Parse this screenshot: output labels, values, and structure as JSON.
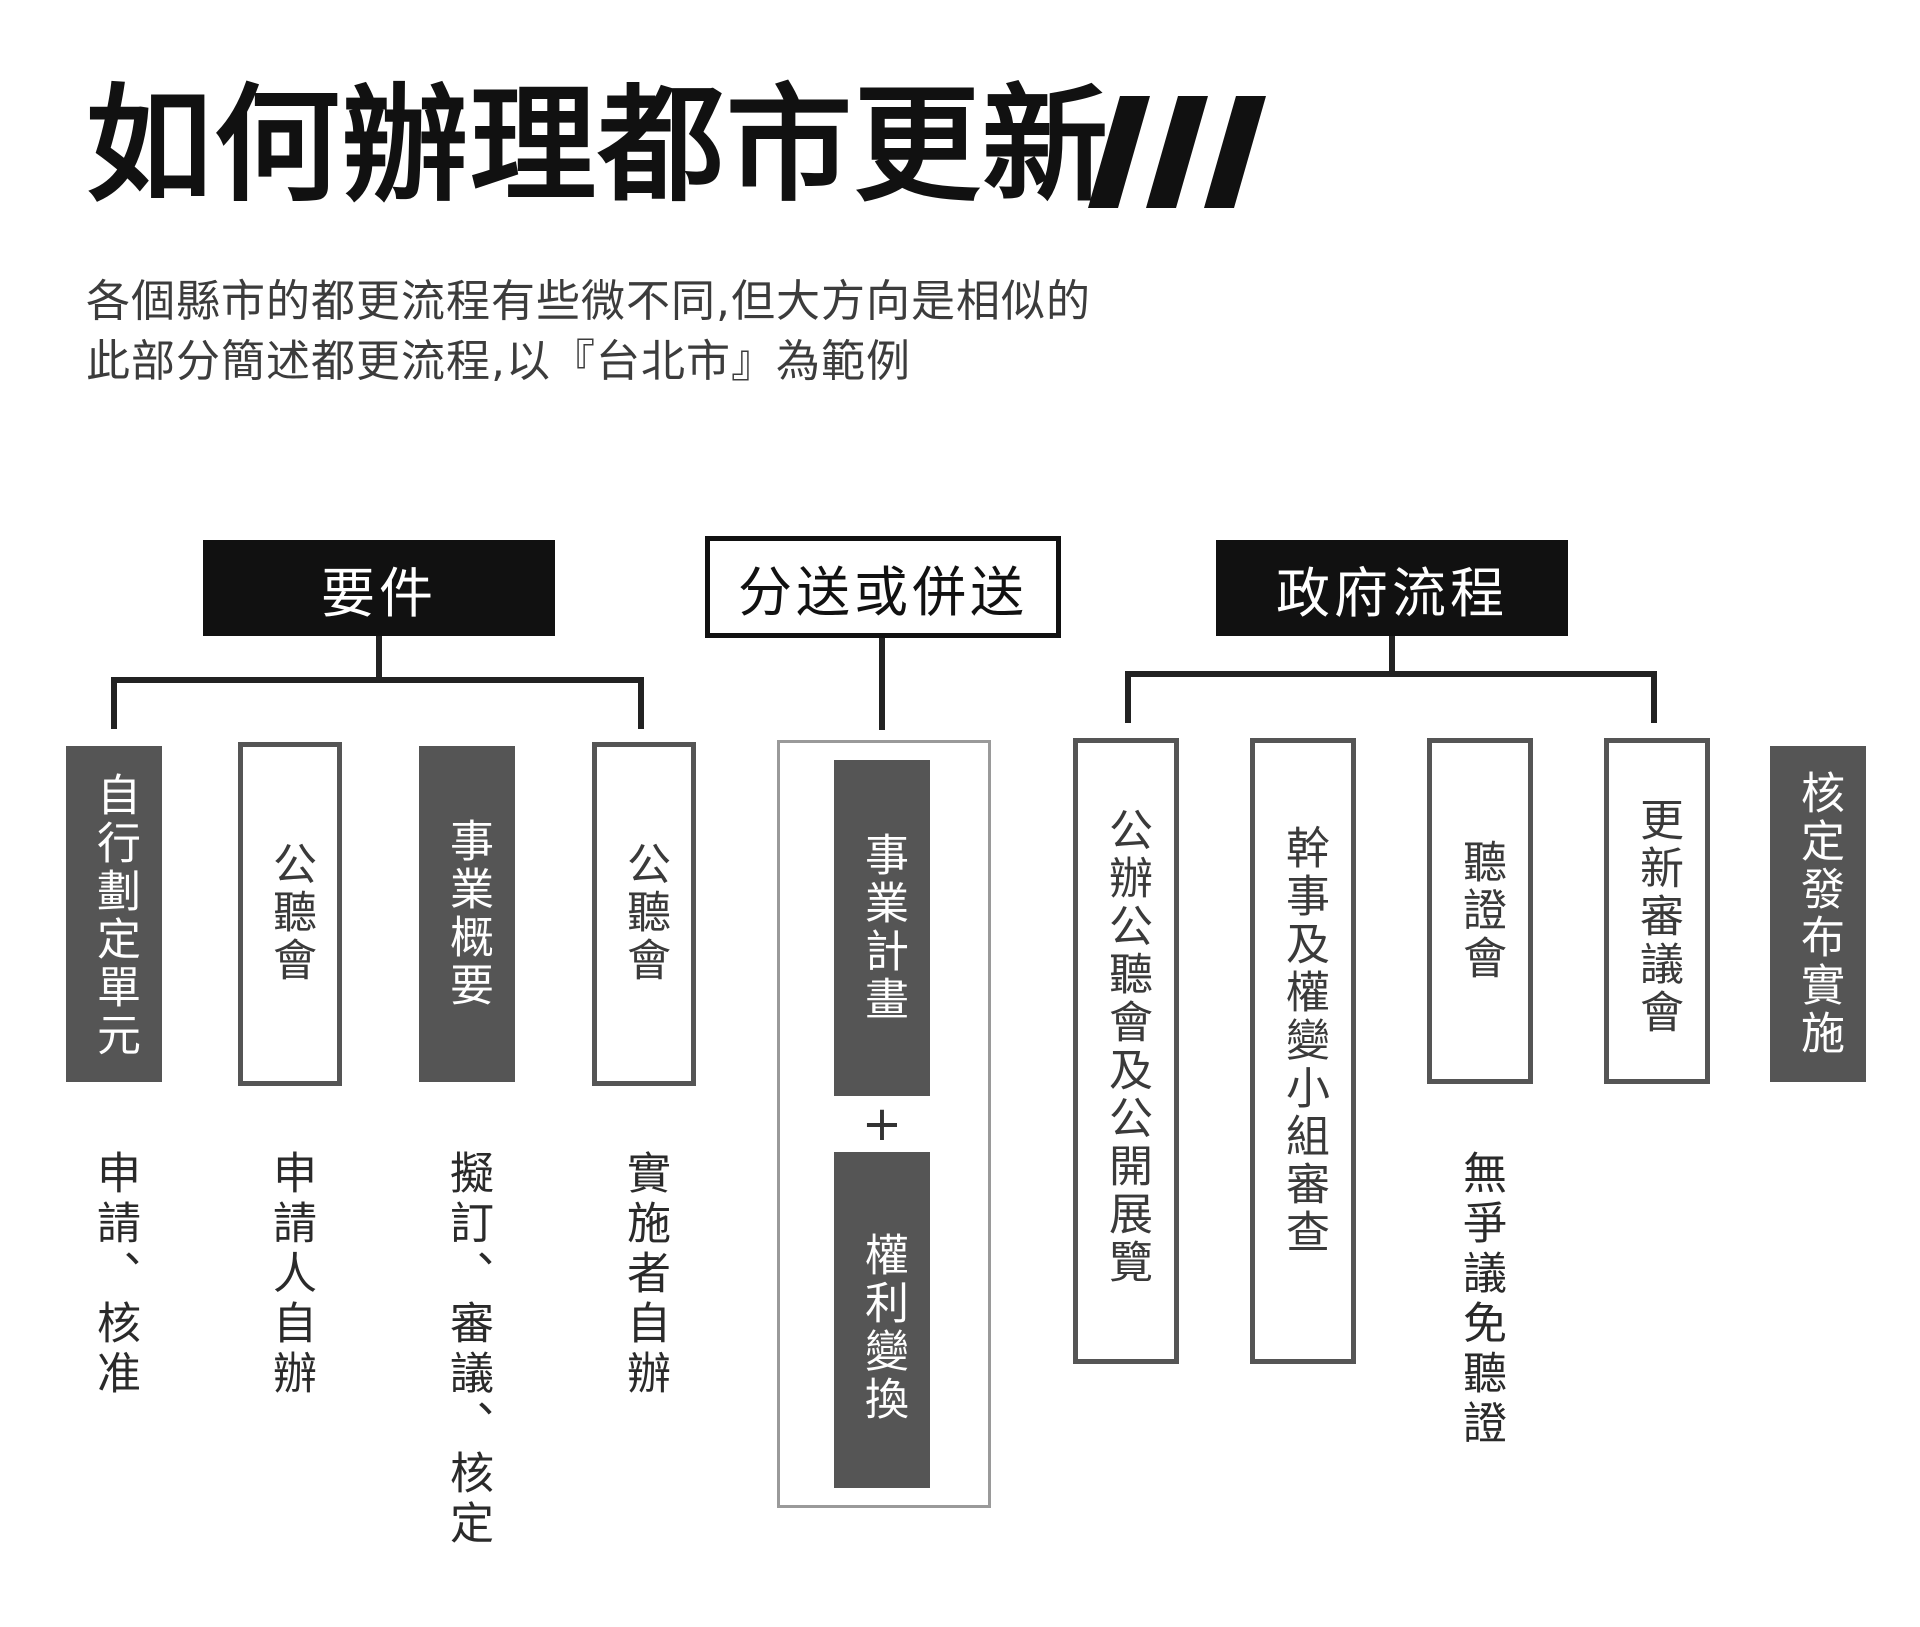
{
  "title": "如何辦理都市更新",
  "subtitle": {
    "line1": "各個縣市的都更流程有些微不同,但大方向是相似的",
    "line2": "此部分簡述都更流程,以『台北市』為範例"
  },
  "groups": {
    "requirements": {
      "header": "要件",
      "items": [
        {
          "label": "自行劃定單元",
          "desc": "申請、核准"
        },
        {
          "label": "公聽會",
          "desc": "申請人自辦"
        },
        {
          "label": "事業概要",
          "desc": "擬訂、審議、核定"
        },
        {
          "label": "公聽會",
          "desc": "實施者自辦"
        }
      ]
    },
    "submission": {
      "header": "分送或併送",
      "items": [
        {
          "label": "事業計畫"
        },
        {
          "label": "權利變換"
        }
      ],
      "plus": "+"
    },
    "government": {
      "header": "政府流程",
      "items": [
        {
          "label": "公辦公聽會及公開展覽"
        },
        {
          "label": "幹事及權變小組審查"
        },
        {
          "label": "聽證會",
          "desc": "無爭議免聽證"
        },
        {
          "label": "更新審議會"
        },
        {
          "label": "核定發布實施"
        }
      ]
    }
  },
  "colors": {
    "header_dark": "#111111",
    "box_dark": "#555555",
    "box_outline": "#555555",
    "container_border": "#9a9a9a"
  }
}
